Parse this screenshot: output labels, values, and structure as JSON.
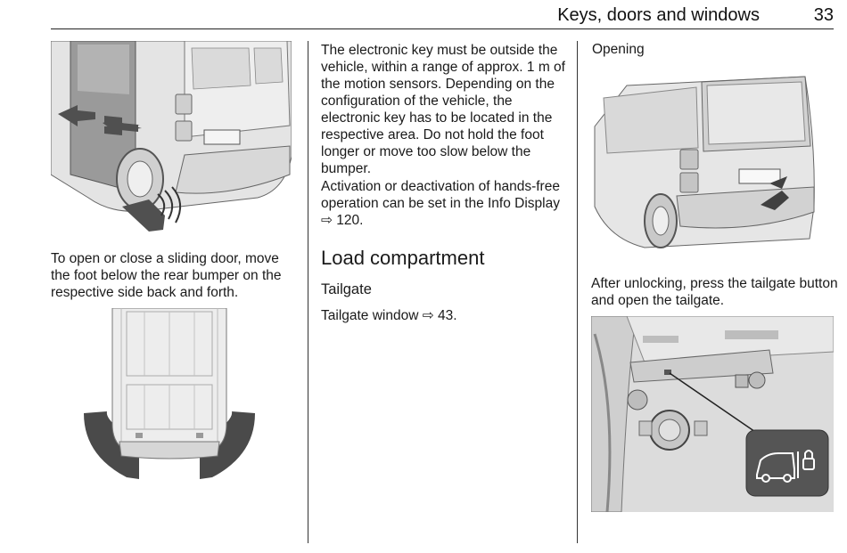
{
  "header": {
    "title": "Keys, doors and windows",
    "page_number": "33"
  },
  "col1": {
    "caption": "To open or close a sliding door, move the foot below the rear bumper on the respective side back and forth."
  },
  "col2": {
    "para1": "The electronic key must be outside the vehicle, within a range of approx. 1 m of the motion sensors. Depending on the configuration of the vehicle, the electronic key has to be located in the respective area. Do not hold the foot longer or move too slow below the bumper.",
    "para2": "Activation or deactivation of hands-free operation can be set in the Info Display ⇨ 120.",
    "section_title": "Load compartment",
    "subsection_title": "Tailgate",
    "para3": "Tailgate window ⇨ 43."
  },
  "col3": {
    "heading": "Opening",
    "caption": "After unlocking, press the tailgate button and open the tailgate."
  }
}
